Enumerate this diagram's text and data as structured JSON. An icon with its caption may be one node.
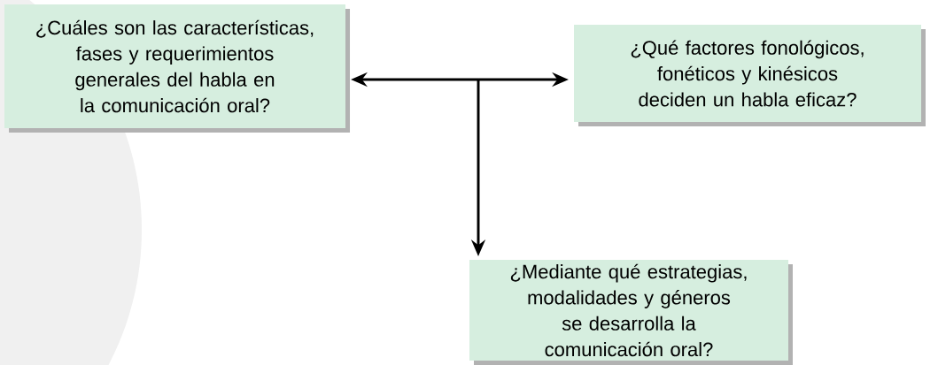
{
  "diagram": {
    "nodes": [
      {
        "text": [
          "¿Cuáles son las características, fases y requerimientos generales del habla en la comunicación oral?"
        ]
      },
      {
        "text": [
          "¿Qué factores fonológicos, fonéticos  y kinésicos deciden un habla eficaz?"
        ]
      },
      {
        "text": [
          "¿Mediante qué estrategias, modalidades y géneros se desarrolla la comunicación oral?"
        ]
      }
    ],
    "edges": [
      {
        "from": null,
        "to": 0,
        "arrow": "to"
      },
      {
        "from": null,
        "to": 1,
        "arrow": "to"
      },
      {
        "from": null,
        "to": 2,
        "arrow": "to"
      }
    ]
  }
}
